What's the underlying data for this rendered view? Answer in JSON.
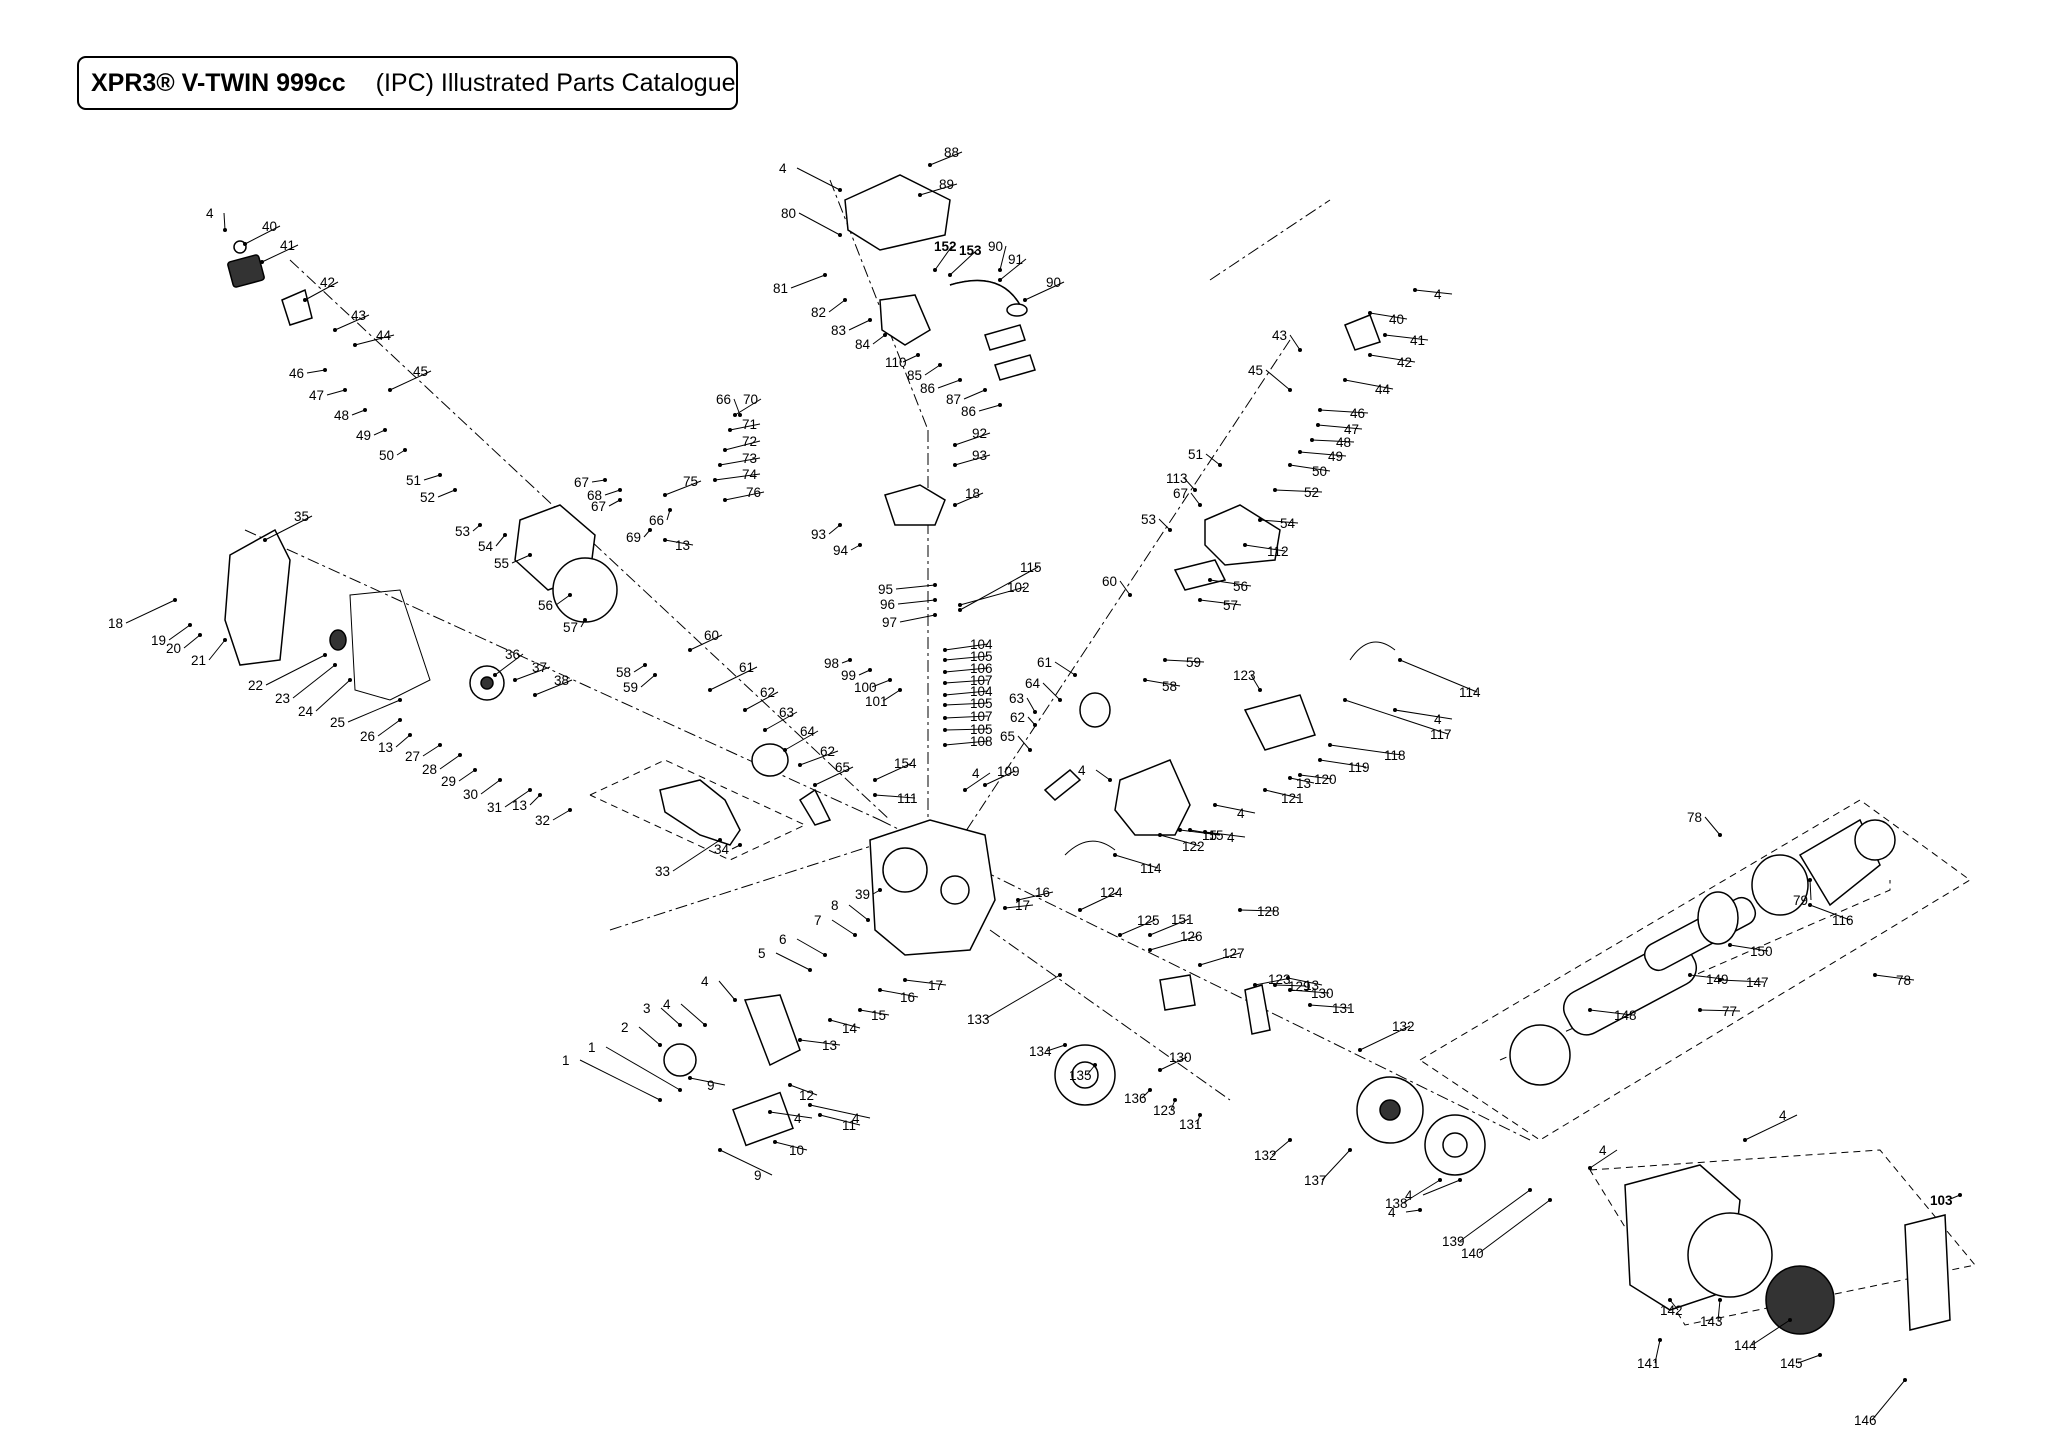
{
  "title": {
    "model": "XPR3® V-TWIN 999cc",
    "subtitle": "(IPC) Illustrated Parts Catalogue"
  },
  "callouts": [
    {
      "id": "1",
      "label": "1"
    },
    {
      "id": "1b",
      "label": "1"
    },
    {
      "id": "2",
      "label": "2"
    },
    {
      "id": "3",
      "label": "3"
    },
    {
      "id": "4a",
      "label": "4"
    },
    {
      "id": "4b",
      "label": "4"
    },
    {
      "id": "4c",
      "label": "4"
    },
    {
      "id": "4d",
      "label": "4"
    },
    {
      "id": "4e",
      "label": "4"
    },
    {
      "id": "4f",
      "label": "4"
    },
    {
      "id": "4g",
      "label": "4"
    },
    {
      "id": "4h",
      "label": "4"
    },
    {
      "id": "4i",
      "label": "4"
    },
    {
      "id": "4j",
      "label": "4"
    },
    {
      "id": "4k",
      "label": "4"
    },
    {
      "id": "4l",
      "label": "4"
    },
    {
      "id": "4m",
      "label": "4"
    },
    {
      "id": "4n",
      "label": "4"
    },
    {
      "id": "4o",
      "label": "4"
    },
    {
      "id": "4p",
      "label": "4"
    },
    {
      "id": "5",
      "label": "5"
    },
    {
      "id": "6",
      "label": "6"
    },
    {
      "id": "7",
      "label": "7"
    },
    {
      "id": "8",
      "label": "8"
    },
    {
      "id": "9a",
      "label": "9"
    },
    {
      "id": "9b",
      "label": "9"
    },
    {
      "id": "10",
      "label": "10"
    },
    {
      "id": "11",
      "label": "11"
    },
    {
      "id": "12",
      "label": "12"
    },
    {
      "id": "13a",
      "label": "13"
    },
    {
      "id": "13b",
      "label": "13"
    },
    {
      "id": "13c",
      "label": "13"
    },
    {
      "id": "13d",
      "label": "13"
    },
    {
      "id": "13e",
      "label": "13"
    },
    {
      "id": "13f",
      "label": "13"
    },
    {
      "id": "14",
      "label": "14"
    },
    {
      "id": "15a",
      "label": "15"
    },
    {
      "id": "15b",
      "label": "15"
    },
    {
      "id": "16a",
      "label": "16"
    },
    {
      "id": "16b",
      "label": "16"
    },
    {
      "id": "17a",
      "label": "17"
    },
    {
      "id": "17b",
      "label": "17"
    },
    {
      "id": "18a",
      "label": "18"
    },
    {
      "id": "18b",
      "label": "18"
    },
    {
      "id": "19",
      "label": "19"
    },
    {
      "id": "20",
      "label": "20"
    },
    {
      "id": "21",
      "label": "21"
    },
    {
      "id": "22",
      "label": "22"
    },
    {
      "id": "23",
      "label": "23"
    },
    {
      "id": "24",
      "label": "24"
    },
    {
      "id": "25",
      "label": "25"
    },
    {
      "id": "26",
      "label": "26"
    },
    {
      "id": "27",
      "label": "27"
    },
    {
      "id": "28",
      "label": "28"
    },
    {
      "id": "29",
      "label": "29"
    },
    {
      "id": "30",
      "label": "30"
    },
    {
      "id": "31",
      "label": "31"
    },
    {
      "id": "32",
      "label": "32"
    },
    {
      "id": "33",
      "label": "33"
    },
    {
      "id": "34",
      "label": "34"
    },
    {
      "id": "35",
      "label": "35"
    },
    {
      "id": "36",
      "label": "36"
    },
    {
      "id": "37",
      "label": "37"
    },
    {
      "id": "38",
      "label": "38"
    },
    {
      "id": "39",
      "label": "39"
    },
    {
      "id": "40a",
      "label": "40"
    },
    {
      "id": "40b",
      "label": "40"
    },
    {
      "id": "41a",
      "label": "41"
    },
    {
      "id": "41b",
      "label": "41"
    },
    {
      "id": "42a",
      "label": "42"
    },
    {
      "id": "42b",
      "label": "42"
    },
    {
      "id": "43a",
      "label": "43"
    },
    {
      "id": "43b",
      "label": "43"
    },
    {
      "id": "44a",
      "label": "44"
    },
    {
      "id": "44b",
      "label": "44"
    },
    {
      "id": "45a",
      "label": "45"
    },
    {
      "id": "45b",
      "label": "45"
    },
    {
      "id": "46a",
      "label": "46"
    },
    {
      "id": "46b",
      "label": "46"
    },
    {
      "id": "47a",
      "label": "47"
    },
    {
      "id": "47b",
      "label": "47"
    },
    {
      "id": "48a",
      "label": "48"
    },
    {
      "id": "48b",
      "label": "48"
    },
    {
      "id": "49a",
      "label": "49"
    },
    {
      "id": "49b",
      "label": "49"
    },
    {
      "id": "50a",
      "label": "50"
    },
    {
      "id": "50b",
      "label": "50"
    },
    {
      "id": "51a",
      "label": "51"
    },
    {
      "id": "51b",
      "label": "51"
    },
    {
      "id": "52a",
      "label": "52"
    },
    {
      "id": "52b",
      "label": "52"
    },
    {
      "id": "53a",
      "label": "53"
    },
    {
      "id": "53b",
      "label": "53"
    },
    {
      "id": "54a",
      "label": "54"
    },
    {
      "id": "54b",
      "label": "54"
    },
    {
      "id": "55",
      "label": "55"
    },
    {
      "id": "56a",
      "label": "56"
    },
    {
      "id": "56b",
      "label": "56"
    },
    {
      "id": "57a",
      "label": "57"
    },
    {
      "id": "57b",
      "label": "57"
    },
    {
      "id": "58a",
      "label": "58"
    },
    {
      "id": "58b",
      "label": "58"
    },
    {
      "id": "59a",
      "label": "59"
    },
    {
      "id": "59b",
      "label": "59"
    },
    {
      "id": "60a",
      "label": "60"
    },
    {
      "id": "60b",
      "label": "60"
    },
    {
      "id": "61a",
      "label": "61"
    },
    {
      "id": "61b",
      "label": "61"
    },
    {
      "id": "62a",
      "label": "62"
    },
    {
      "id": "62b",
      "label": "62"
    },
    {
      "id": "62c",
      "label": "62"
    },
    {
      "id": "63a",
      "label": "63"
    },
    {
      "id": "63b",
      "label": "63"
    },
    {
      "id": "64a",
      "label": "64"
    },
    {
      "id": "64b",
      "label": "64"
    },
    {
      "id": "65a",
      "label": "65"
    },
    {
      "id": "65b",
      "label": "65"
    },
    {
      "id": "66a",
      "label": "66"
    },
    {
      "id": "66b",
      "label": "66"
    },
    {
      "id": "67a",
      "label": "67"
    },
    {
      "id": "67b",
      "label": "67"
    },
    {
      "id": "67c",
      "label": "67"
    },
    {
      "id": "68",
      "label": "68"
    },
    {
      "id": "69",
      "label": "69"
    },
    {
      "id": "70",
      "label": "70"
    },
    {
      "id": "71",
      "label": "71"
    },
    {
      "id": "72",
      "label": "72"
    },
    {
      "id": "73",
      "label": "73"
    },
    {
      "id": "74",
      "label": "74"
    },
    {
      "id": "75",
      "label": "75"
    },
    {
      "id": "76",
      "label": "76"
    },
    {
      "id": "77",
      "label": "77"
    },
    {
      "id": "78a",
      "label": "78"
    },
    {
      "id": "78b",
      "label": "78"
    },
    {
      "id": "79",
      "label": "79"
    },
    {
      "id": "80",
      "label": "80"
    },
    {
      "id": "81",
      "label": "81"
    },
    {
      "id": "82",
      "label": "82"
    },
    {
      "id": "83",
      "label": "83"
    },
    {
      "id": "84",
      "label": "84"
    },
    {
      "id": "85",
      "label": "85"
    },
    {
      "id": "86a",
      "label": "86"
    },
    {
      "id": "86b",
      "label": "86"
    },
    {
      "id": "87",
      "label": "87"
    },
    {
      "id": "88",
      "label": "88"
    },
    {
      "id": "89",
      "label": "89"
    },
    {
      "id": "90a",
      "label": "90"
    },
    {
      "id": "90b",
      "label": "90"
    },
    {
      "id": "91",
      "label": "91"
    },
    {
      "id": "92",
      "label": "92"
    },
    {
      "id": "93a",
      "label": "93"
    },
    {
      "id": "93b",
      "label": "93"
    },
    {
      "id": "94",
      "label": "94"
    },
    {
      "id": "95",
      "label": "95"
    },
    {
      "id": "96",
      "label": "96"
    },
    {
      "id": "97",
      "label": "97"
    },
    {
      "id": "98",
      "label": "98"
    },
    {
      "id": "99",
      "label": "99"
    },
    {
      "id": "100",
      "label": "100"
    },
    {
      "id": "101",
      "label": "101"
    },
    {
      "id": "102",
      "label": "102"
    },
    {
      "id": "103",
      "label": "103"
    },
    {
      "id": "104a",
      "label": "104"
    },
    {
      "id": "104b",
      "label": "104"
    },
    {
      "id": "105a",
      "label": "105"
    },
    {
      "id": "105b",
      "label": "105"
    },
    {
      "id": "105c",
      "label": "105"
    },
    {
      "id": "106",
      "label": "106"
    },
    {
      "id": "107a",
      "label": "107"
    },
    {
      "id": "107b",
      "label": "107"
    },
    {
      "id": "108",
      "label": "108"
    },
    {
      "id": "109",
      "label": "109"
    },
    {
      "id": "110",
      "label": "110"
    },
    {
      "id": "111",
      "label": "111"
    },
    {
      "id": "112",
      "label": "112"
    },
    {
      "id": "113",
      "label": "113"
    },
    {
      "id": "114a",
      "label": "114"
    },
    {
      "id": "114b",
      "label": "114"
    },
    {
      "id": "115a",
      "label": "115"
    },
    {
      "id": "115b",
      "label": "115"
    },
    {
      "id": "115c",
      "label": "115"
    },
    {
      "id": "115d",
      "label": "115"
    },
    {
      "id": "115e",
      "label": "115"
    },
    {
      "id": "115f",
      "label": "115"
    },
    {
      "id": "116",
      "label": "116"
    },
    {
      "id": "117",
      "label": "117"
    },
    {
      "id": "118",
      "label": "118"
    },
    {
      "id": "119",
      "label": "119"
    },
    {
      "id": "120",
      "label": "120"
    },
    {
      "id": "121",
      "label": "121"
    },
    {
      "id": "122",
      "label": "122"
    },
    {
      "id": "123a",
      "label": "123"
    },
    {
      "id": "123b",
      "label": "123"
    },
    {
      "id": "123c",
      "label": "123"
    },
    {
      "id": "124",
      "label": "124"
    },
    {
      "id": "125",
      "label": "125"
    },
    {
      "id": "126",
      "label": "126"
    },
    {
      "id": "127",
      "label": "127"
    },
    {
      "id": "128",
      "label": "128"
    },
    {
      "id": "129",
      "label": "129"
    },
    {
      "id": "130a",
      "label": "130"
    },
    {
      "id": "130b",
      "label": "130"
    },
    {
      "id": "131a",
      "label": "131"
    },
    {
      "id": "131b",
      "label": "131"
    },
    {
      "id": "132a",
      "label": "132"
    },
    {
      "id": "132b",
      "label": "132"
    },
    {
      "id": "133",
      "label": "133"
    },
    {
      "id": "134",
      "label": "134"
    },
    {
      "id": "135",
      "label": "135"
    },
    {
      "id": "136",
      "label": "136"
    },
    {
      "id": "137",
      "label": "137"
    },
    {
      "id": "138",
      "label": "138"
    },
    {
      "id": "139",
      "label": "139"
    },
    {
      "id": "140",
      "label": "140"
    },
    {
      "id": "141",
      "label": "141"
    },
    {
      "id": "142",
      "label": "142"
    },
    {
      "id": "143",
      "label": "143"
    },
    {
      "id": "144",
      "label": "144"
    },
    {
      "id": "145",
      "label": "145"
    },
    {
      "id": "146",
      "label": "146"
    },
    {
      "id": "147",
      "label": "147"
    },
    {
      "id": "148",
      "label": "148"
    },
    {
      "id": "149",
      "label": "149"
    },
    {
      "id": "150",
      "label": "150"
    },
    {
      "id": "151",
      "label": "151"
    },
    {
      "id": "152",
      "label": "152"
    },
    {
      "id": "153",
      "label": "153"
    },
    {
      "id": "154",
      "label": "154"
    }
  ]
}
